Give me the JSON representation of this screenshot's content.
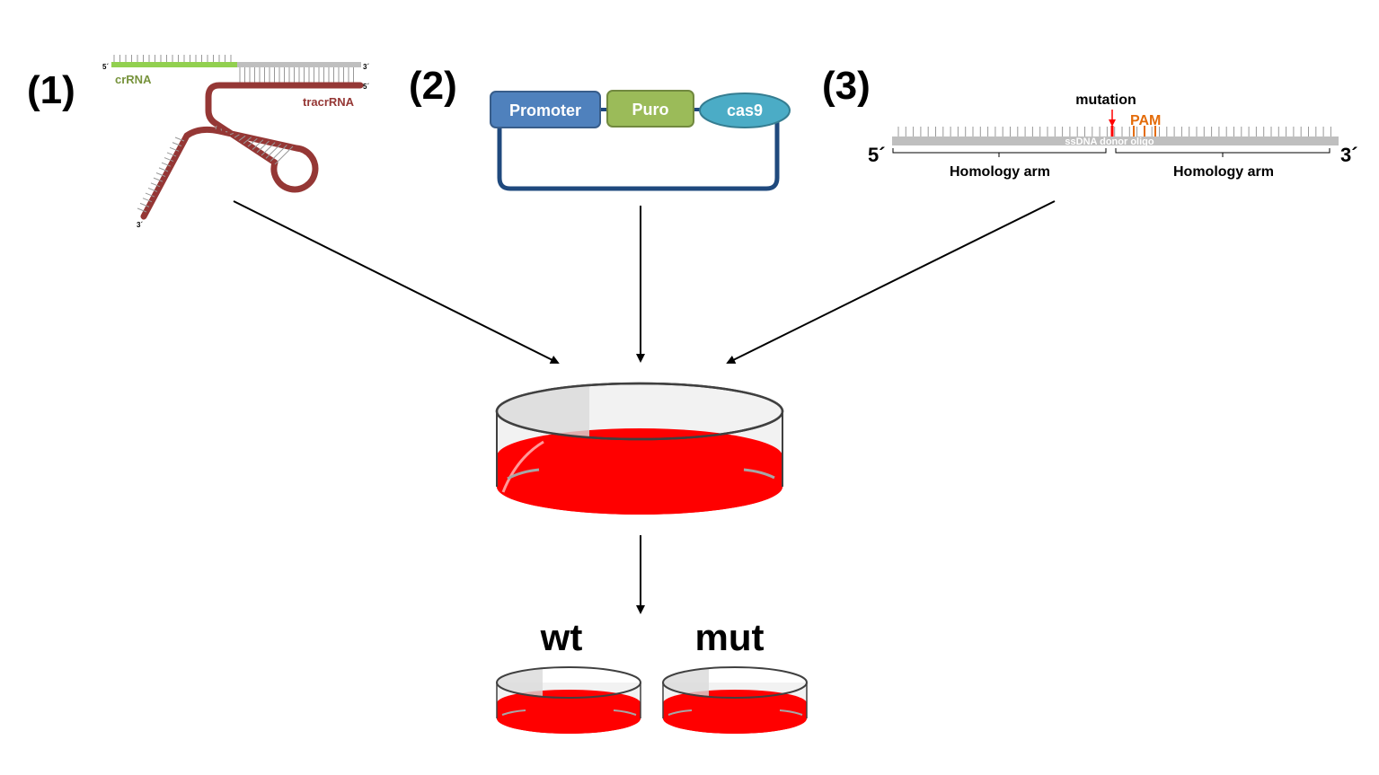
{
  "panels": {
    "p1": "(1)",
    "p2": "(2)",
    "p3": "(3)"
  },
  "grna": {
    "crrna_label": "crRNA",
    "tracrrna_label": "tracrRNA",
    "five_prime": "5´",
    "three_prime": "3´"
  },
  "plasmid": {
    "promoter": "Promoter",
    "puro": "Puro",
    "cas9": "cas9"
  },
  "donor": {
    "mutation": "mutation",
    "pam": "PAM",
    "oligo_label": "ssDNA donor oligo",
    "five_prime": "5´",
    "three_prime": "3´",
    "arm_left": "Homology arm",
    "arm_right": "Homology arm"
  },
  "dishes": {
    "wt": "wt",
    "mut": "mut"
  },
  "colors": {
    "crrna": "#92d050",
    "tracrrna": "#953735",
    "promoter": "#4f81bd",
    "puro": "#9bbb59",
    "cas9": "#4bacc6",
    "backbone": "#1f497d",
    "mutation": "#ff0000",
    "pam": "#e46c0a",
    "medium": "#ff0000"
  }
}
